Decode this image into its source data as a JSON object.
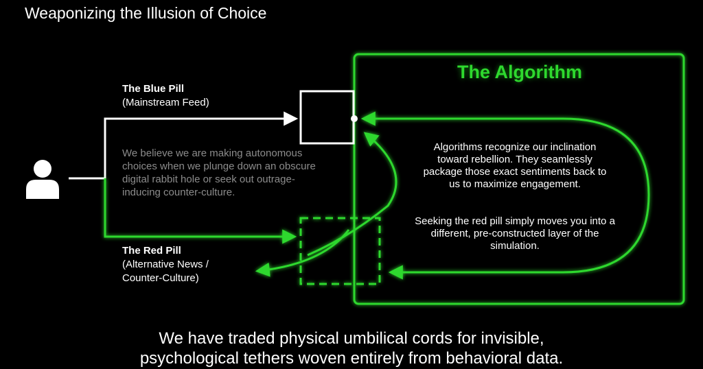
{
  "title": "Weaponizing the Illusion of Choice",
  "user_icon": "user-icon",
  "blue_pill": {
    "title": "The Blue Pill",
    "subtitle": "(Mainstream Feed)"
  },
  "red_pill": {
    "title": "The Red Pill",
    "subtitle_line1": "(Alternative News /",
    "subtitle_line2": "Counter-Culture)"
  },
  "illusion_text": "We believe we are making autonomous choices when we plunge down an obscure digital rabbit hole or seek out outrage-inducing counter-culture.",
  "algorithm": {
    "title": "The Algorithm",
    "description_1": "Algorithms recognize our inclination toward rebellion. They seamlessly package those exact sentiments back to us to maximize engagement.",
    "description_2": "Seeking the red pill simply moves you into a different, pre-constructed layer of the simulation."
  },
  "conclusion_line1": "We have traded physical umbilical cords for invisible,",
  "conclusion_line2": "psychological tethers woven entirely from behavioral data.",
  "colors": {
    "background": "#000000",
    "accent_green": "#2ed82e",
    "white": "#ffffff",
    "muted_gray": "#8c8c8c"
  }
}
